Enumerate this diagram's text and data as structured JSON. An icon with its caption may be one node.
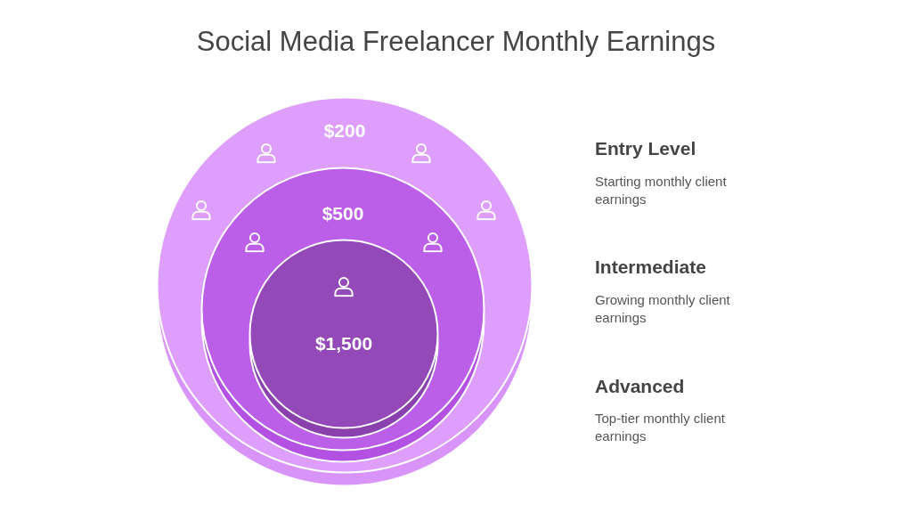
{
  "diagram": {
    "title": "Social Media Freelancer Monthly Earnings",
    "nodes": [
      {
        "text": [
          "$200"
        ]
      },
      {
        "text": [
          "$500"
        ],
        "in": 0
      },
      {
        "text": [
          "$1,500"
        ],
        "in": 1
      }
    ],
    "labels": [
      "Entry Level",
      "Starting monthly client earnings",
      "Intermediate",
      "Growing monthly client earnings",
      "Advanced",
      "Top-tier monthly client earnings"
    ]
  }
}
